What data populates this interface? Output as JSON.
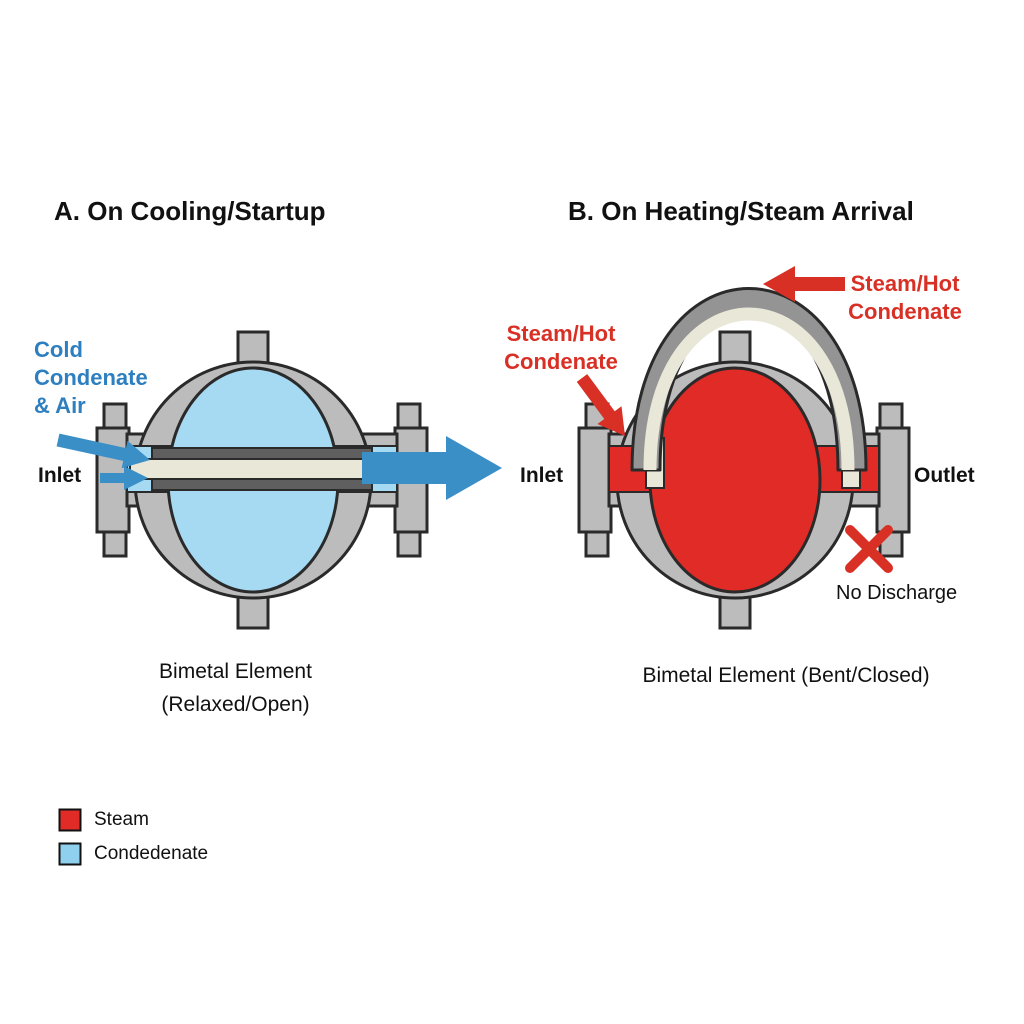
{
  "panel_a": {
    "title": "A. On Cooling/Startup",
    "cold_condensate_label": "Cold\nCondenate\n& Air",
    "inlet_label": "Inlet",
    "caption": "Bimetal Element\n(Relaxed/Open)"
  },
  "panel_b": {
    "title": "B. On Heating/Steam Arrival",
    "steam_hot_left_label": "Steam/Hot\nCondenate",
    "steam_hot_right_label": "Steam/Hot\nCondenate",
    "inlet_label": "Inlet",
    "outlet_label": "Outlet",
    "no_discharge_label": "No Discharge",
    "caption": "Bimetal Element (Bent/Closed)"
  },
  "legend": {
    "items": [
      {
        "label": "Steam",
        "color": "#e02b26"
      },
      {
        "label": "Condedenate",
        "color": "#8fd0ee"
      }
    ]
  },
  "colors": {
    "steam_red": "#e02b26",
    "condensate_blue": "#a6d9f2",
    "flow_arrow_blue": "#3a8fc7",
    "label_blue": "#2e7fc0",
    "label_red": "#d93025",
    "body_gray": "#bcbcbc",
    "bimetal_cream": "#e9e7d8",
    "outline_dark": "#2a2a2a"
  }
}
